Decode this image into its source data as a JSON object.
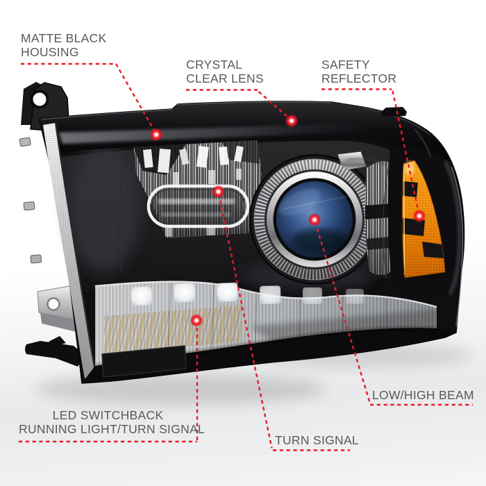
{
  "illustration": {
    "subject": "Black projector headlight assembly, front three-quarter product view on white studio background"
  },
  "callouts": [
    {
      "id": "matte-black-housing",
      "lines": [
        "MATTE BLACK",
        "HOUSING"
      ]
    },
    {
      "id": "crystal-clear-lens",
      "lines": [
        "CRYSTAL",
        "CLEAR LENS"
      ]
    },
    {
      "id": "safety-reflector",
      "lines": [
        "SAFETY",
        "REFLECTOR"
      ]
    },
    {
      "id": "low-high-beam",
      "lines": [
        "LOW/HIGH BEAM"
      ]
    },
    {
      "id": "led-switchback-running-light",
      "lines": [
        "LED SWITCHBACK",
        "RUNNING LIGHT/TURN SIGNAL"
      ]
    },
    {
      "id": "turn-signal",
      "lines": [
        "TURN SIGNAL"
      ]
    }
  ],
  "colors": {
    "accent_red": "#e81c26",
    "label_text": "#58595b",
    "amber_reflector": "#ef8a0a",
    "projector_blue": "#3c5f95",
    "housing_black": "#0f0f11",
    "chrome_light": "#d8d8da",
    "background": "#ffffff"
  }
}
